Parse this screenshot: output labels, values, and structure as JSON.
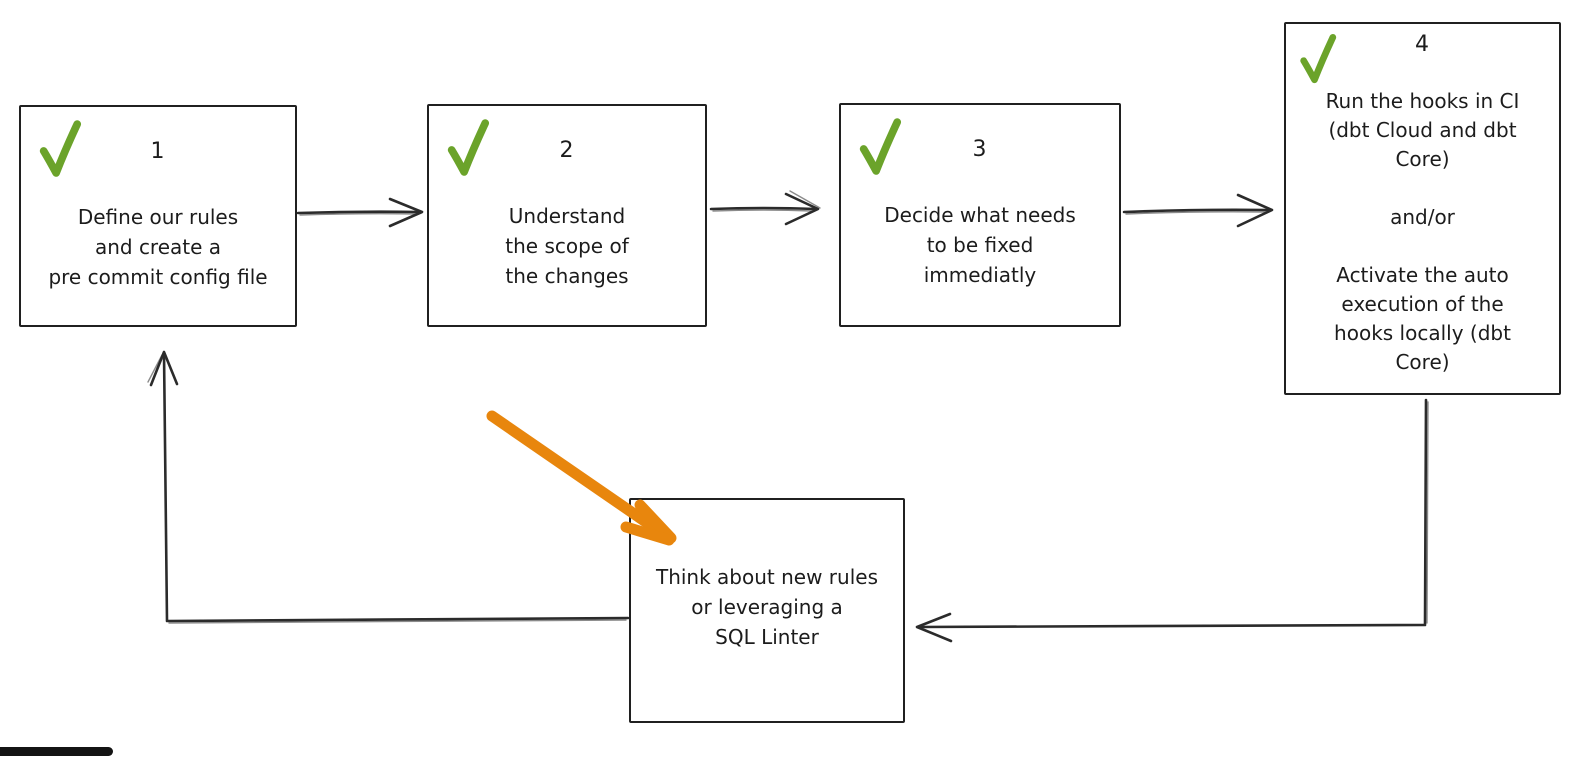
{
  "colors": {
    "ink": "#2b2b2b",
    "check_green": "#6ba32a",
    "arrow_orange": "#e8860d",
    "background": "#ffffff"
  },
  "steps": [
    {
      "number": "1",
      "checked": true,
      "text": "Define our rules\nand create a\npre commit config file"
    },
    {
      "number": "2",
      "checked": true,
      "text": "Understand\nthe scope of\nthe changes"
    },
    {
      "number": "3",
      "checked": true,
      "text": "Decide what needs\nto be fixed\nimmediatly"
    },
    {
      "number": "4",
      "checked": true,
      "text": "Run the hooks in CI\n(dbt Cloud and dbt\nCore)\n\nand/or\n\nActivate the auto\nexecution of the\nhooks locally (dbt\nCore)"
    }
  ],
  "feedback_box": {
    "text": "Think about new rules\nor leveraging a\nSQL Linter"
  },
  "icons": {
    "check": "checkmark-icon",
    "flow_arrows": "arrow-right-icon",
    "loop_arrows": "arrow-loop-icon",
    "highlight": "orange-highlight-arrow-icon"
  }
}
